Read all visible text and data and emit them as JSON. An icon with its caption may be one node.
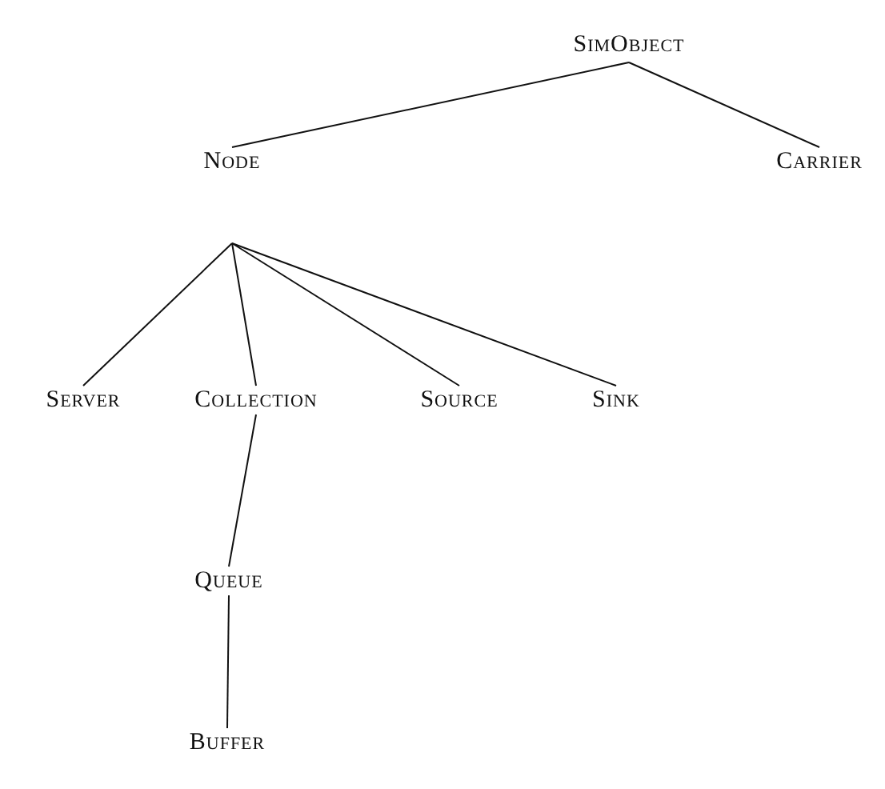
{
  "diagram": {
    "nodes": [
      {
        "text": [
          "SimObject"
        ]
      },
      {
        "text": [
          "Node"
        ]
      },
      {
        "text": [
          "Carrier"
        ]
      },
      {
        "text": [
          "Server"
        ]
      },
      {
        "text": [
          "Collection"
        ]
      },
      {
        "text": [
          "Source"
        ]
      },
      {
        "text": [
          "Sink"
        ]
      },
      {
        "text": [
          "Queue"
        ]
      },
      {
        "text": [
          "Buffer"
        ]
      }
    ],
    "edges": [
      {
        "from": 0,
        "to": 1,
        "arrow": "none"
      },
      {
        "from": 0,
        "to": 2,
        "arrow": "none"
      },
      {
        "from": 1,
        "to": 3,
        "arrow": "none"
      },
      {
        "from": 1,
        "to": 4,
        "arrow": "none"
      },
      {
        "from": 1,
        "to": 5,
        "arrow": "none"
      },
      {
        "from": 1,
        "to": 6,
        "arrow": "none"
      },
      {
        "from": 4,
        "to": 7,
        "arrow": "none"
      },
      {
        "from": 7,
        "to": 8,
        "arrow": "none"
      }
    ]
  }
}
